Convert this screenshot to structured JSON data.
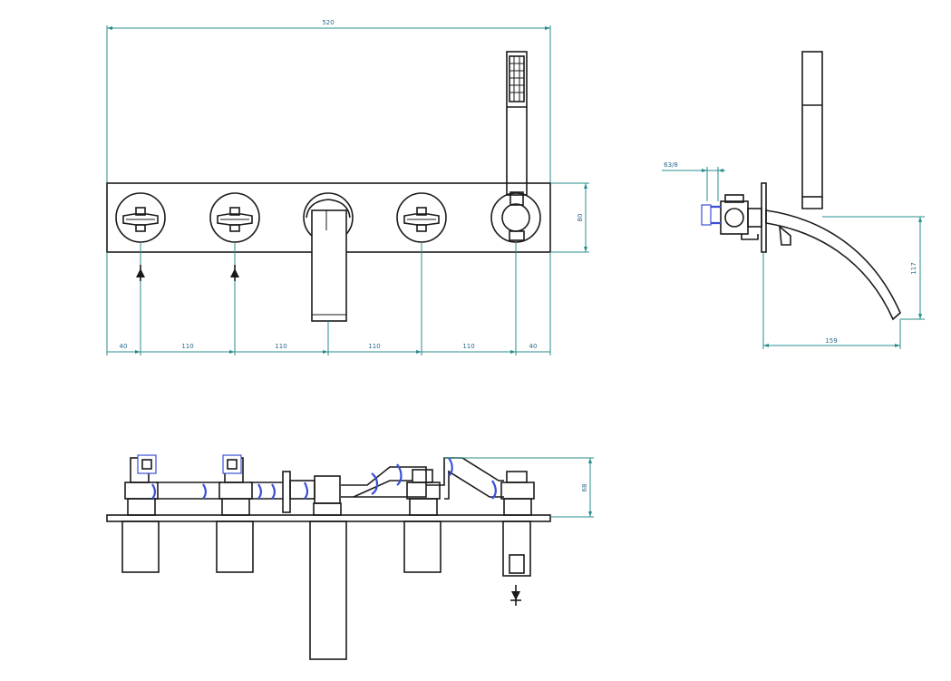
{
  "dimensions": {
    "front_overall_width": "520",
    "front_height": "80",
    "front_segments": [
      "40",
      "110",
      "110",
      "110",
      "110",
      "40"
    ],
    "side_offset": "63/8",
    "side_height": "117",
    "side_depth": "159",
    "bottom_height": "68"
  },
  "colors": {
    "line": "#1a1a1a",
    "dimension": "#2a8c8c",
    "dimension_text": "#2a6a8c",
    "pipe_highlight": "#3a4fd6"
  }
}
